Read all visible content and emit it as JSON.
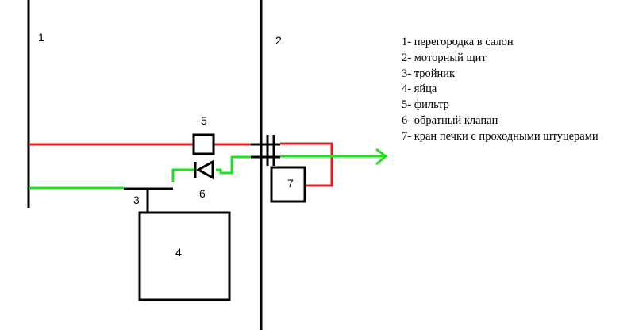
{
  "colors": {
    "red_line": "#e02020",
    "green_line": "#20e020",
    "black_line": "#000000"
  },
  "numbers": {
    "n1": "1",
    "n2": "2",
    "n3": "3",
    "n4": "4",
    "n5": "5",
    "n6": "6",
    "n7": "7"
  },
  "legend": [
    "1- перегородка в салон",
    "2- моторный щит",
    "3- тройник",
    "4- яйца",
    "5- фильтр",
    "6- обратный клапан",
    "7- кран печки с проходными штуцерами"
  ]
}
